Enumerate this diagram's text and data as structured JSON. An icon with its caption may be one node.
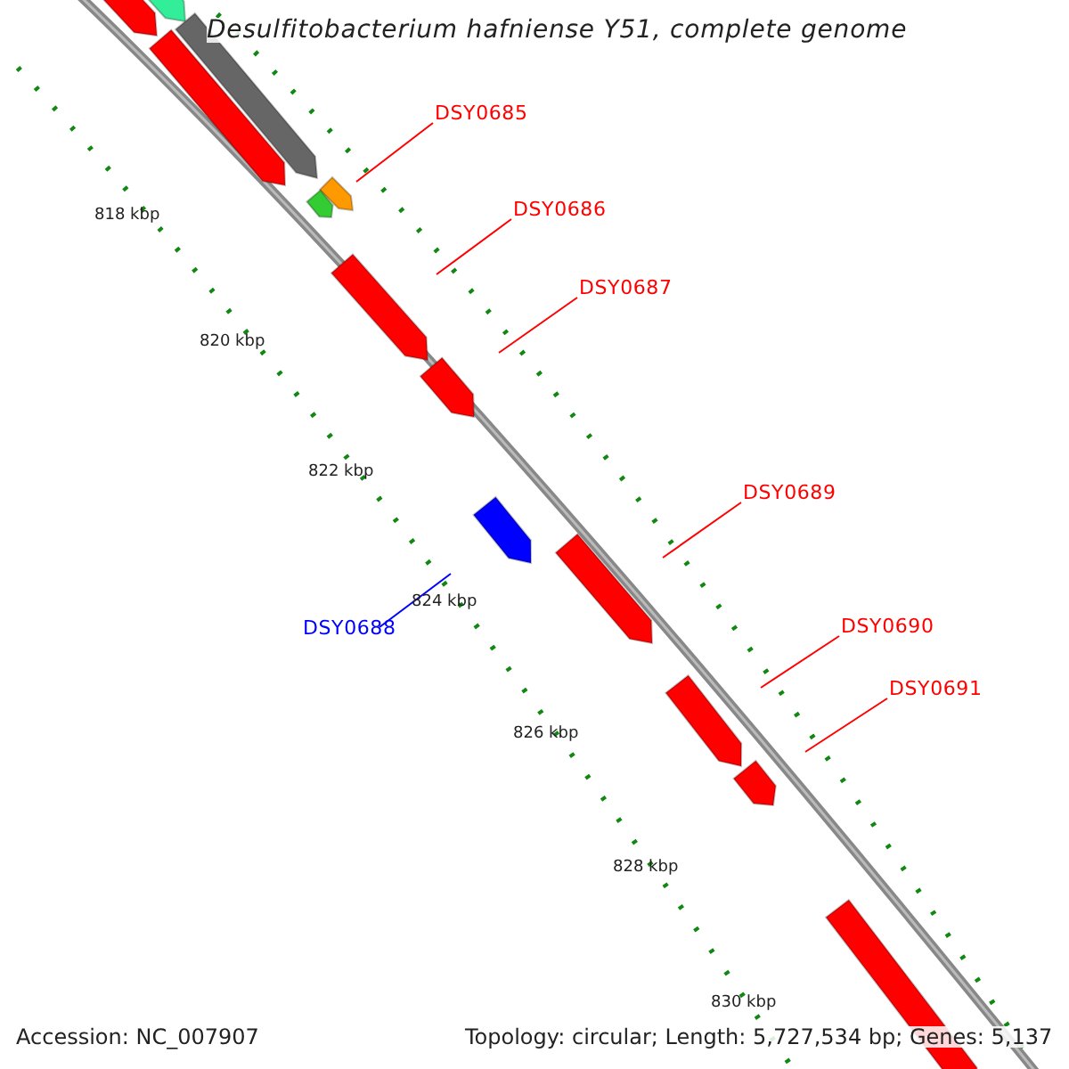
{
  "diagram": {
    "title": "Desulfitobacterium hafniense Y51, complete genome",
    "nodes": [
      {
        "text": [
          "DSY0685"
        ]
      },
      {
        "text": [
          "DSY0686"
        ]
      },
      {
        "text": [
          "DSY0687"
        ]
      },
      {
        "text": [
          "DSY0689"
        ]
      },
      {
        "text": [
          "DSY0690"
        ]
      },
      {
        "text": [
          "DSY0688"
        ]
      },
      {
        "text": [
          "DSY0691"
        ]
      },
      {
        "text": [],
        "shape": "bar"
      },
      {
        "text": [],
        "shape": "bar"
      },
      {
        "text": [],
        "shape": "bar"
      },
      {
        "text": [],
        "shape": "bar"
      },
      {
        "text": [],
        "shape": "bar"
      },
      {
        "text": [],
        "shape": "bar"
      },
      {
        "text": [],
        "shape": "bar"
      },
      {
        "text": [],
        "shape": "bar"
      },
      {
        "text": [],
        "shape": "bar"
      },
      {
        "text": [],
        "shape": "bar"
      },
      {
        "text": [],
        "shape": "bar"
      },
      {
        "text": [],
        "shape": "bar"
      },
      {
        "text": [],
        "shape": "bar"
      }
    ],
    "edges": [
      {
        "from": 0,
        "to": 7,
        "arrow": "none"
      },
      {
        "from": 1,
        "to": 8,
        "arrow": "none"
      },
      {
        "from": 2,
        "to": 9,
        "arrow": "none"
      },
      {
        "from": 3,
        "to": 10,
        "arrow": "none"
      },
      {
        "from": 4,
        "to": 11,
        "arrow": "none"
      },
      {
        "from": 5,
        "to": 12,
        "arrow": "none",
        "color": "#0000ff"
      },
      {
        "from": 6,
        "to": 13,
        "arrow": "none"
      }
    ],
    "labels": [
      "818 kbp",
      "820 kbp",
      "822 kbp",
      "824 kbp",
      "826 kbp",
      "828 kbp",
      "830 kbp",
      "Accession: NC_007907",
      "Topology: circular; Length: 5,727,534 bp; Genes: 5,137"
    ]
  }
}
